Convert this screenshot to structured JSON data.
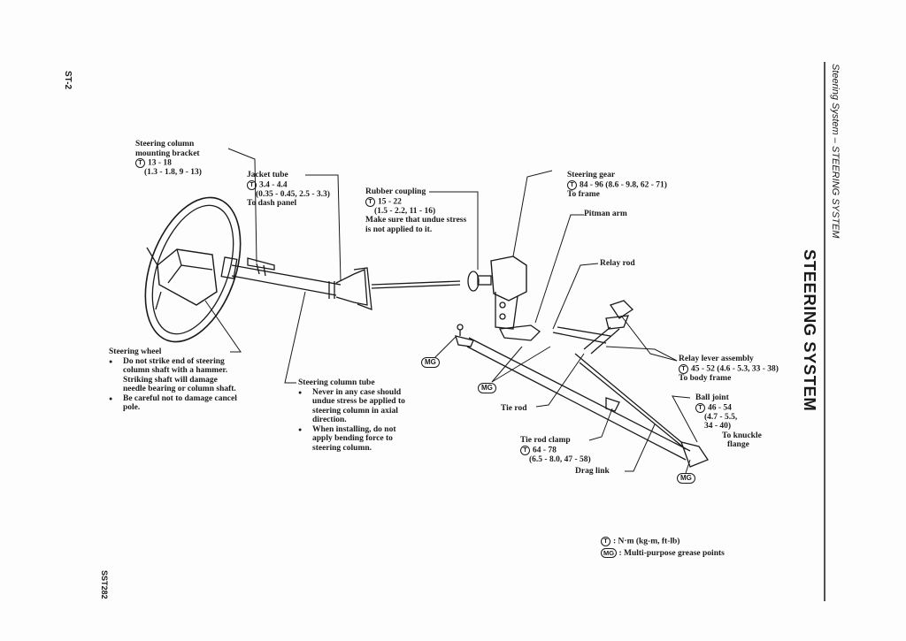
{
  "page": {
    "page_number": "ST-2",
    "figure_code": "SST282",
    "running_header": "Steering System – STEERING SYSTEM",
    "section_title": "STEERING SYSTEM"
  },
  "callouts": {
    "mounting_bracket": {
      "title_line1": "Steering column",
      "title_line2": "mounting bracket",
      "torque": "13 - 18",
      "torque_alt": "(1.3 - 1.8, 9 - 13)"
    },
    "jacket_tube": {
      "title": "Jacket tube",
      "torque": "3.4 - 4.4",
      "torque_alt": "(0.35 - 0.45, 2.5 - 3.3)",
      "note": "To dash panel"
    },
    "rubber_coupling": {
      "title": "Rubber coupling",
      "torque": "15 - 22",
      "torque_alt": "(1.5 - 2.2, 11 - 16)",
      "note_line1": "Make sure that undue stress",
      "note_line2": "is not applied to it."
    },
    "steering_gear": {
      "title": "Steering gear",
      "torque": "84 - 96 (8.6 - 9.8, 62 - 71)",
      "note": "To frame"
    },
    "pitman_arm": {
      "title": "Pitman arm"
    },
    "relay_rod": {
      "title": "Relay rod"
    },
    "relay_lever": {
      "title": "Relay lever assembly",
      "torque": "45 - 52 (4.6 - 5.3, 33 - 38)",
      "note": "To body frame"
    },
    "ball_joint": {
      "title": "Ball joint",
      "torque": "46 - 54",
      "torque_alt1": "(4.7 - 5.5,",
      "torque_alt2": "34 - 40)",
      "note_line1": "To knuckle",
      "note_line2": "flange"
    },
    "tie_rod": {
      "title": "Tie rod"
    },
    "tie_rod_clamp": {
      "title": "Tie rod clamp",
      "torque": "64 - 78",
      "torque_alt": "(6.5 - 8.0, 47 - 58)"
    },
    "drag_link": {
      "title": "Drag link"
    },
    "steering_wheel": {
      "title": "Steering wheel",
      "notes": [
        "Do not strike end of steering column shaft with a hammer. Striking shaft will damage needle bearing or column shaft.",
        "Be careful not to damage cancel pole."
      ]
    },
    "column_tube": {
      "title": "Steering column tube",
      "notes": [
        "Never in any case should undue stress be applied to steering column in axial direction.",
        "When installing, do not apply bending force to steering column."
      ]
    }
  },
  "grease_badges": [
    "MG",
    "MG",
    "MG",
    "MG"
  ],
  "legend": {
    "torque_symbol": "T",
    "torque_units": ": N·m (kg-m, ft-lb)",
    "grease_symbol": "MG",
    "grease_text": ": Multi-purpose grease points"
  }
}
